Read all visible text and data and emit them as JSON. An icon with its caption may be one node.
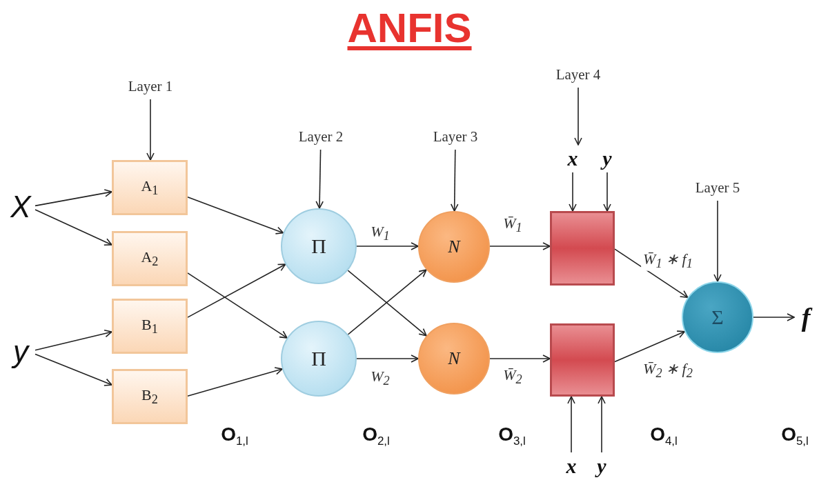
{
  "diagram": {
    "title": "ANFIS",
    "nodes": [
      {
        "text": [
          "Layer 1"
        ]
      },
      {
        "text": [
          "Layer 2"
        ]
      },
      {
        "text": [
          "Layer 3"
        ]
      },
      {
        "text": [
          "Layer 4"
        ]
      },
      {
        "text": [
          "x"
        ]
      },
      {
        "text": [
          "y"
        ]
      },
      {
        "text": [
          "Layer 5"
        ]
      },
      {
        "text": [
          "X"
        ]
      },
      {
        "text": [
          "A$_{1}$"
        ]
      },
      {
        "text": [
          "A$_{2}$"
        ]
      },
      {
        "text": [
          "Π"
        ]
      },
      {
        "text": [
          "N"
        ]
      },
      {
        "text": [],
        "shape": "box"
      },
      {
        "text": [
          "Σ"
        ]
      },
      {
        "text": [
          "f"
        ]
      },
      {
        "text": [
          "y"
        ]
      },
      {
        "text": [
          "B$_{1}$"
        ]
      },
      {
        "text": [
          "Π"
        ]
      },
      {
        "text": [
          "N"
        ]
      },
      {
        "text": [],
        "shape": "box"
      },
      {
        "text": [
          "B$_{2}$"
        ]
      },
      {
        "text": [
          "x"
        ]
      },
      {
        "text": [
          "y"
        ]
      }
    ],
    "edges": [
      {
        "from": 0,
        "to": 8,
        "arrow": "to"
      },
      {
        "from": 1,
        "to": 10,
        "arrow": "to"
      },
      {
        "from": 2,
        "to": 11,
        "arrow": "to"
      },
      {
        "from": 3,
        "to": 4,
        "arrow": "to"
      },
      {
        "from": 4,
        "to": 12,
        "arrow": "to"
      },
      {
        "from": 5,
        "to": 12,
        "arrow": "to"
      },
      {
        "from": 6,
        "to": 13,
        "arrow": "to"
      },
      {
        "from": 7,
        "to": 8,
        "arrow": "to"
      },
      {
        "from": 7,
        "to": 9,
        "arrow": "to"
      },
      {
        "from": 15,
        "to": 16,
        "arrow": "to"
      },
      {
        "from": 15,
        "to": 20,
        "arrow": "to"
      },
      {
        "from": 8,
        "to": 10,
        "arrow": "to"
      },
      {
        "from": 9,
        "to": 17,
        "arrow": "to"
      },
      {
        "from": 16,
        "to": 10,
        "arrow": "to"
      },
      {
        "from": 20,
        "to": 17,
        "arrow": "to"
      },
      {
        "from": 10,
        "to": 11,
        "arrow": "to",
        "label": "W$_{1}$"
      },
      {
        "from": 10,
        "to": 18,
        "arrow": "to"
      },
      {
        "from": 17,
        "to": 11,
        "arrow": "to"
      },
      {
        "from": 17,
        "to": 18,
        "arrow": "to",
        "label": "W$_{2}$"
      },
      {
        "from": 11,
        "to": 12,
        "arrow": "to",
        "label": "W̄$_{1}$"
      },
      {
        "from": 18,
        "to": 19,
        "arrow": "to",
        "label": "W̄$_{2}$"
      },
      {
        "from": 12,
        "to": 13,
        "arrow": "to",
        "label": "W̄$_{1}$ ∗ f$_{1}$"
      },
      {
        "from": 19,
        "to": 13,
        "arrow": "to",
        "label": "W̄$_{2}$ ∗ f$_{2}$"
      },
      {
        "from": 13,
        "to": 14,
        "arrow": "to"
      },
      {
        "from": 21,
        "to": 19,
        "arrow": "to"
      },
      {
        "from": 22,
        "to": 19,
        "arrow": "to"
      }
    ],
    "labels": [
      "**O**$_{1,l}$",
      "**O**$_{2,l}$",
      "**O**$_{3,l}$",
      "**O**$_{4,l}$",
      "**O**$_{5,l}$"
    ]
  }
}
